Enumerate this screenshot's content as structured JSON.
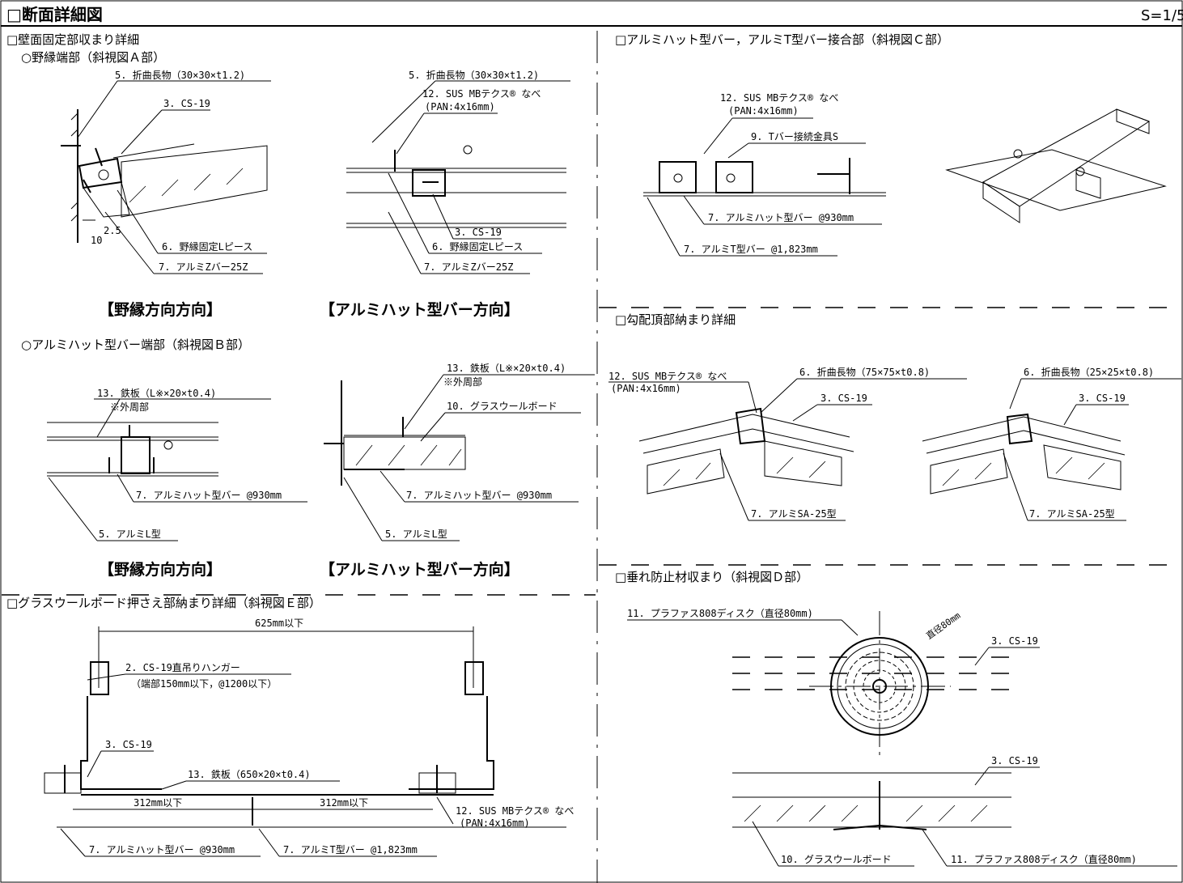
{
  "header": {
    "title": "□断面詳細図",
    "scale": "S=1/5"
  },
  "wall": {
    "title": "□壁面固定部収まり詳細",
    "sub_a": "○野縁端部（斜視図Ａ部）",
    "sub_b": "○アルミハット型バー端部（斜視図Ｂ部）",
    "a1": {
      "label_5": "5. 折曲長物（30×30×t1.2)",
      "label_3": "3. CS-19",
      "dim_25": "2.5",
      "dim_10": "10",
      "label_6": "6. 野縁固定Lピース",
      "label_7": "7. アルミZバー25Z"
    },
    "a2": {
      "label_5": "5. 折曲長物（30×30×t1.2)",
      "label_12a": "12. SUS MBテクス® なべ",
      "label_12b": "(PAN:4x16mm)",
      "label_3": "3. CS-19",
      "label_6": "6. 野縁固定Lピース",
      "label_7": "7. アルミZバー25Z"
    },
    "caption_a1": "【野縁方向方向】",
    "caption_a2": "【アルミハット型バー方向】",
    "b1": {
      "label_13a": "13. 鉄板（L※×20×t0.4)",
      "label_13b": "※外周部",
      "label_7": "7. アルミハット型バー @930mm",
      "label_5": "5. アルミL型"
    },
    "b2": {
      "label_13a": "13. 鉄板（L※×20×t0.4)",
      "label_13b": "※外周部",
      "label_10": "10. グラスウールボード",
      "label_7": "7. アルミハット型バー @930mm",
      "label_5": "5. アルミL型"
    },
    "caption_b1": "【野縁方向方向】",
    "caption_b2": "【アルミハット型バー方向】"
  },
  "glass": {
    "title": "□グラスウールボード押さえ部納まり詳細（斜視図Ｅ部）",
    "dim_625": "625mm以下",
    "label_2a": "2. CS-19直吊りハンガー",
    "label_2b": "（端部150mm以下，@1200以下）",
    "label_3": "3. CS-19",
    "label_13": "13. 鉄板（650×20×t0.4)",
    "dim_312a": "312mm以下",
    "dim_312b": "312mm以下",
    "label_12a": "12. SUS MBテクス® なべ",
    "label_12b": "(PAN:4x16mm)",
    "label_7a": "7. アルミハット型バー @930mm",
    "label_7b": "7. アルミT型バー @1,823mm"
  },
  "joint": {
    "title": "□アルミハット型バー，アルミT型バー接合部（斜視図Ｃ部）",
    "label_12a": "12. SUS MBテクス® なべ",
    "label_12b": "(PAN:4x16mm)",
    "label_9": "9. Tバー接続金具S",
    "label_7a": "7. アルミハット型バー @930mm",
    "label_7b": "7. アルミT型バー @1,823mm"
  },
  "ridge": {
    "title": "□勾配頂部納まり詳細",
    "label_12a": "12. SUS MBテクス® なべ",
    "label_12b": "(PAN:4x16mm)",
    "label_6a": "6. 折曲長物（75×75×t0.8)",
    "label_6b": "6. 折曲長物（25×25×t0.8)",
    "label_3a": "3. CS-19",
    "label_3b": "3. CS-19",
    "label_7a": "7. アルミSA-25型",
    "label_7b": "7. アルミSA-25型"
  },
  "sag": {
    "title": "□垂れ防止材収まり（斜視図Ｄ部）",
    "label_11a": "11. プラファス808ディスク（直径80mm)",
    "dia": "直径80mm",
    "label_3a": "3. CS-19",
    "label_3b": "3. CS-19",
    "label_10": "10. グラスウールボード",
    "label_11b": "11. プラファス808ディスク（直径80mm)"
  }
}
